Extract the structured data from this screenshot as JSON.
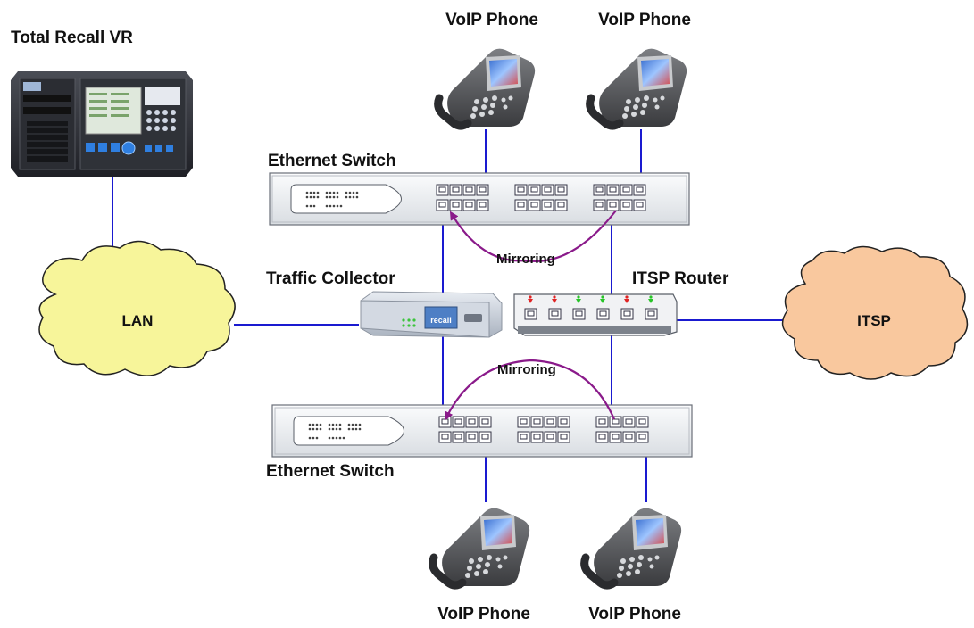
{
  "labels": {
    "total_recall": "Total Recall VR",
    "voip_phone": "VoIP Phone",
    "ethernet_switch": "Ethernet Switch",
    "traffic_collector": "Traffic Collector",
    "itsp_router": "ITSP Router",
    "lan": "LAN",
    "itsp": "ITSP",
    "mirroring": "Mirroring",
    "collector_brand": "recall"
  },
  "colors": {
    "link_line": "#1a1ad0",
    "mirror_arrow": "#8a1a8a",
    "lan_cloud": "#f7f59a",
    "itsp_cloud": "#f9c89e",
    "switch_body": "#eef0f2"
  },
  "router_leds": [
    "red",
    "red",
    "green",
    "green",
    "red",
    "green"
  ]
}
